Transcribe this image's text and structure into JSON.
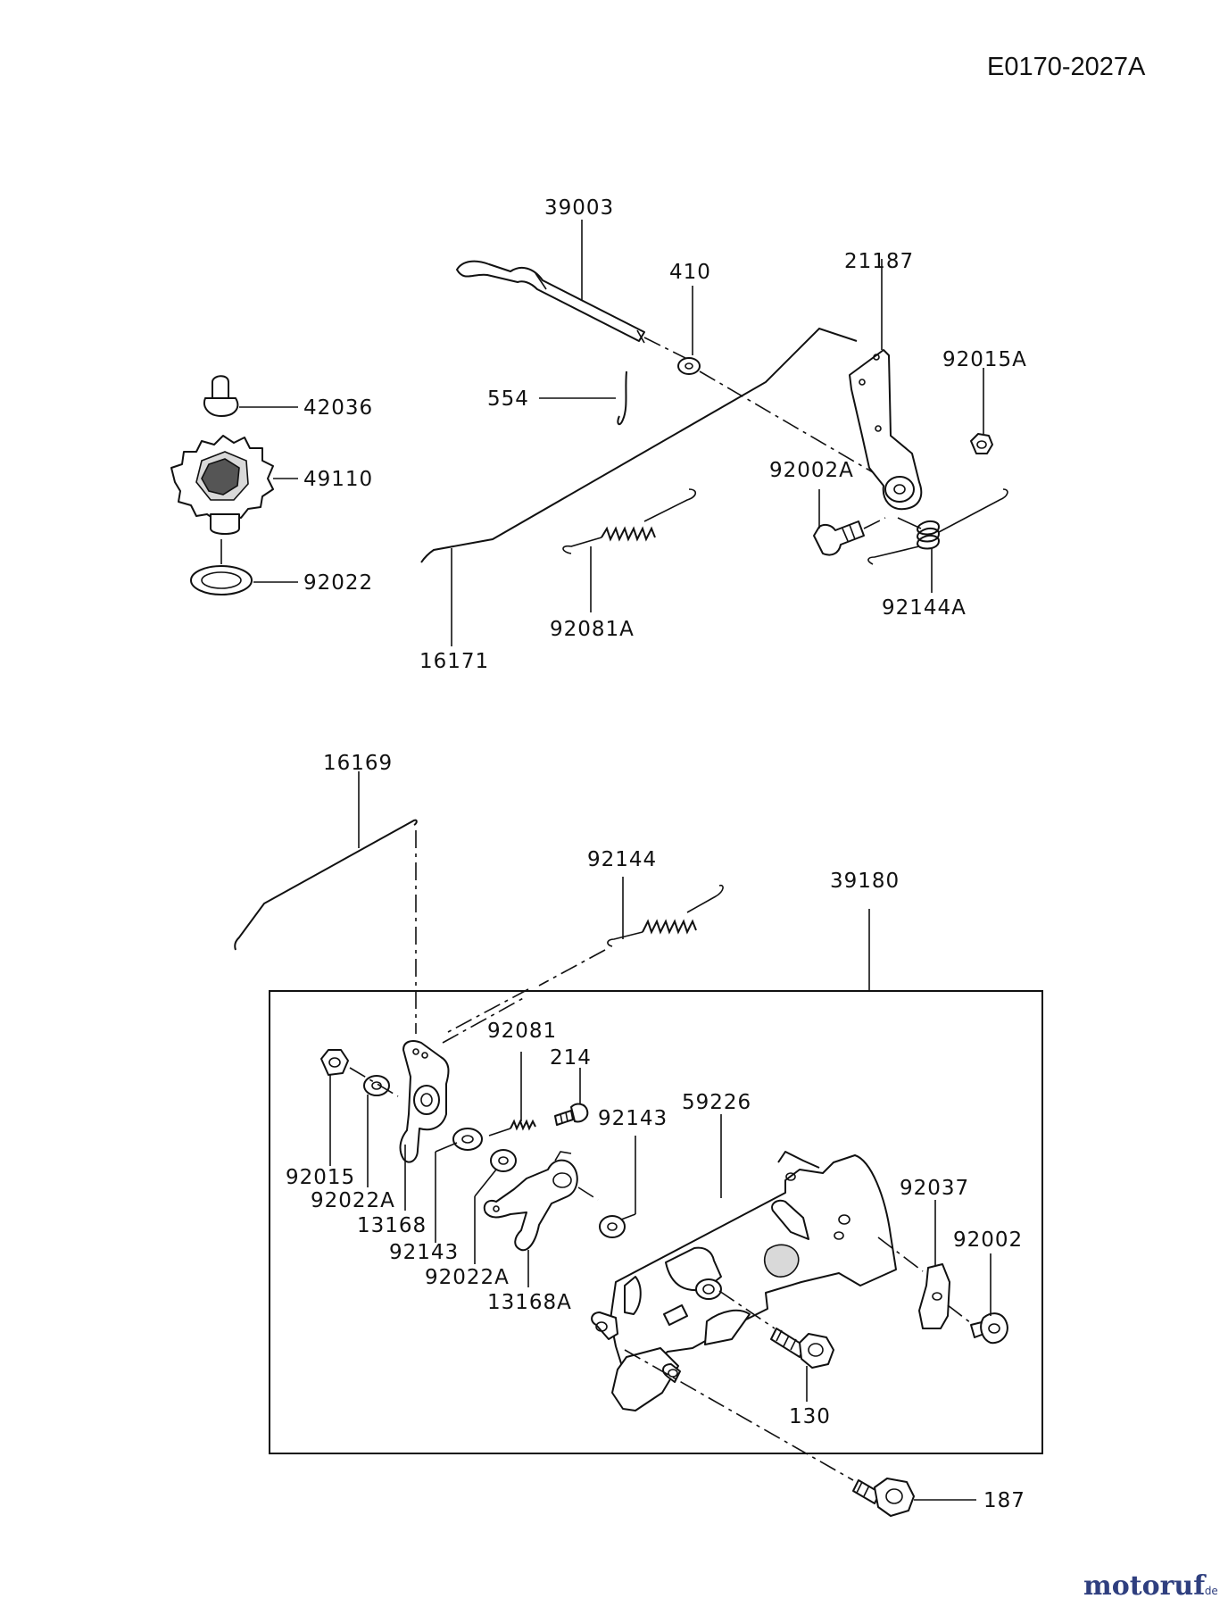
{
  "diagram_code": "E0170-2027A",
  "parts": {
    "p39003": "39003",
    "p410": "410",
    "p21187": "21187",
    "p92015A": "92015A",
    "p42036": "42036",
    "p554": "554",
    "p49110": "49110",
    "p92002A": "92002A",
    "p92022": "92022",
    "p92081A": "92081A",
    "p92144A": "92144A",
    "p16171": "16171",
    "p16169": "16169",
    "p92144": "92144",
    "p39180": "39180",
    "p92081": "92081",
    "p214": "214",
    "p59226": "59226",
    "p92143a": "92143",
    "p92037": "92037",
    "p92015": "92015",
    "p92002": "92002",
    "p92022A_left": "92022A",
    "p13168": "13168",
    "p92143b": "92143",
    "p92022A_mid": "92022A",
    "p13168A": "13168A",
    "p130": "130",
    "p187": "187"
  },
  "watermark": {
    "brand": "motoruf",
    "suffix": ".de"
  }
}
